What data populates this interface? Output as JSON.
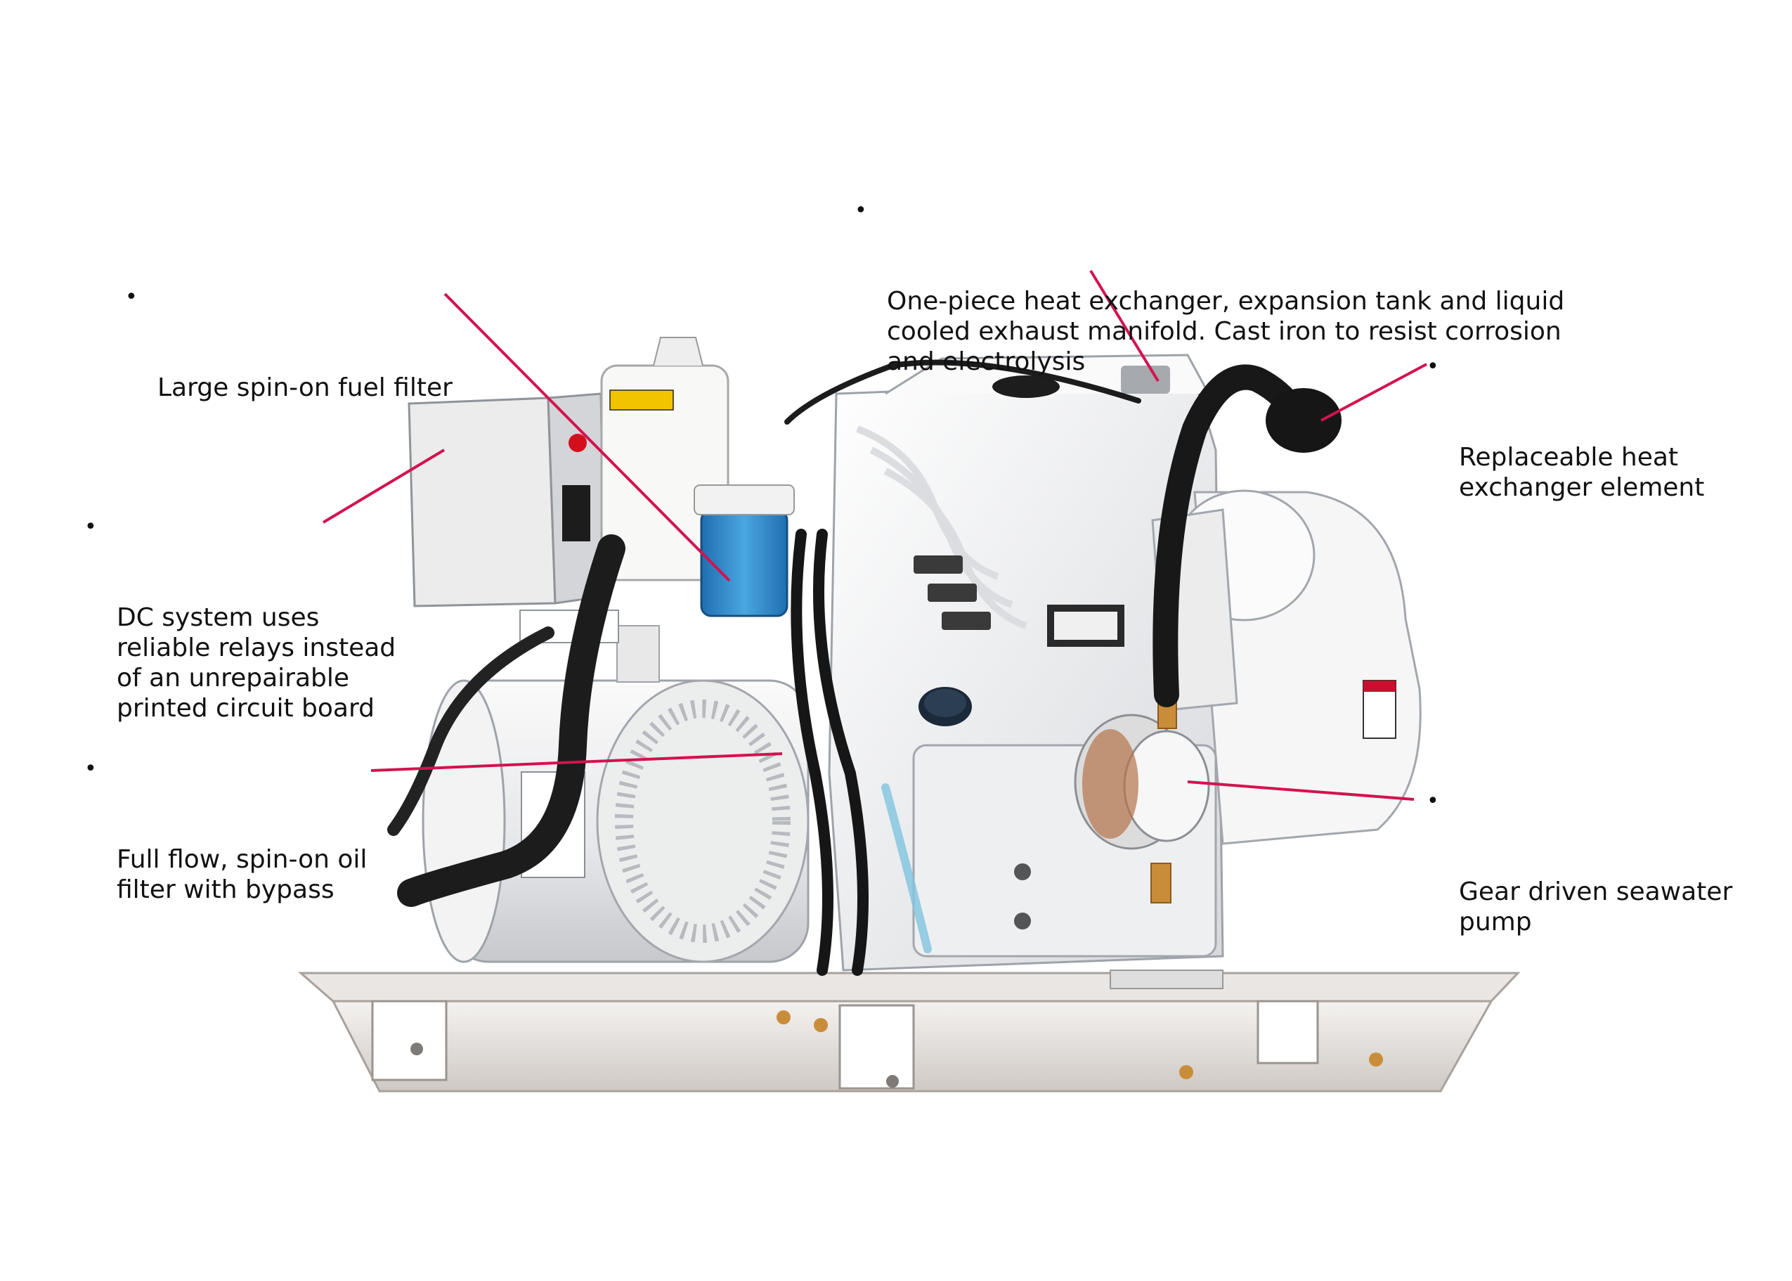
{
  "callouts": {
    "fuel_filter": "Large spin-on fuel filter",
    "heat_exchanger": "One-piece heat exchanger, expansion tank and liquid\ncooled exhaust manifold. Cast iron to resist corrosion\nand electrolysis",
    "replaceable_element": "Replaceable heat\nexchanger element",
    "dc_system": "DC system uses\nreliable relays instead\nof an unrepairable\nprinted circuit board",
    "oil_filter": "Full flow, spin-on oil\nfilter with bypass",
    "seawater_pump": "Gear driven seawater\npump"
  },
  "bullet": "•",
  "colors": {
    "leader_line": "#d3124f",
    "engine_body": "#f1f1f1",
    "hose": "#1c1c1c",
    "fuel_filter": "#2f8fd0",
    "brass": "#c98d3a"
  }
}
